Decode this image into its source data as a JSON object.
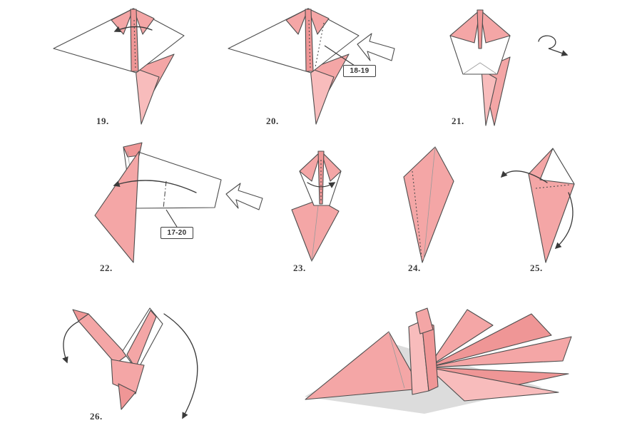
{
  "figure": {
    "colors": {
      "paper_pink": "#f4a6a6",
      "paper_pink_light": "#f8bcbc",
      "paper_pink_dark": "#ef9696",
      "outline": "#4d4d4d",
      "arrow": "#3a3a3a",
      "shadow": "#dcdcdc"
    },
    "steps": [
      {
        "label": "19."
      },
      {
        "label": "20.",
        "annotation": "18-19"
      },
      {
        "label": "21."
      },
      {
        "label": "22.",
        "annotation": "17-20"
      },
      {
        "label": "23."
      },
      {
        "label": "24."
      },
      {
        "label": "25."
      },
      {
        "label": "26."
      }
    ]
  }
}
